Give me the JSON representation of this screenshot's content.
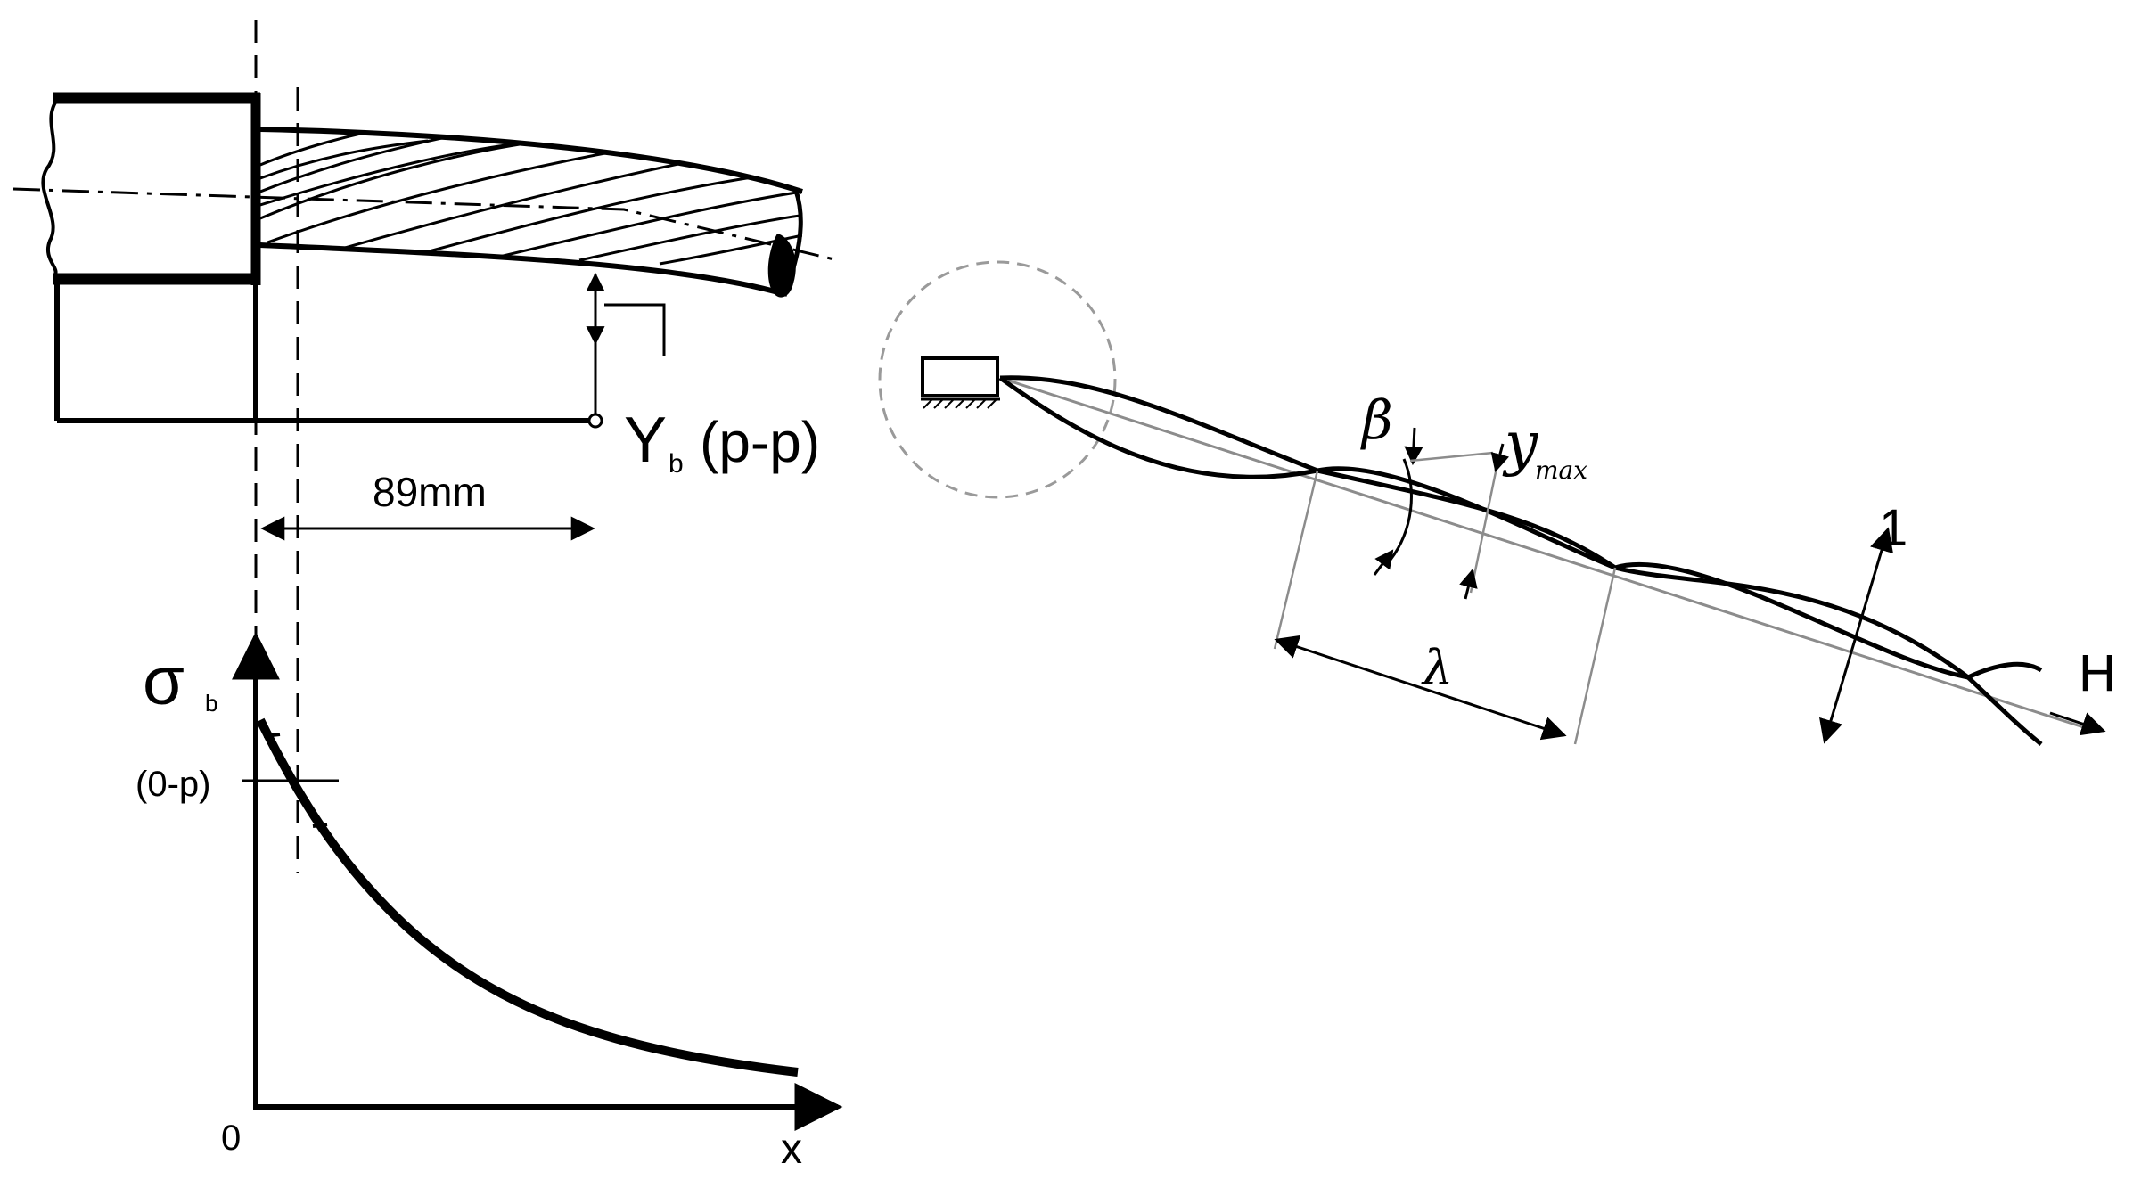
{
  "colors": {
    "ink": "#000000",
    "guide": "#8c8c8c",
    "dashed_circle": "#9a9a9a",
    "background": "#ffffff"
  },
  "left_diagram": {
    "deflection_label": "Y",
    "deflection_subscript": "b",
    "deflection_suffix": "(p-p)",
    "distance_label": "89mm"
  },
  "graph": {
    "y_axis_label": "σ",
    "y_axis_subscript": "b",
    "y_marker_label": "(0-p)",
    "origin_label": "0",
    "x_axis_label": "x"
  },
  "right_diagram": {
    "beta_label": "β",
    "ymax_label": "y",
    "ymax_subscript": "max",
    "lambda_label": "λ",
    "one_label": "1",
    "h_label": "H"
  },
  "icons": [
    "clamp-icon",
    "weld-drop-icon",
    "arrowhead-icon",
    "ground-hatch-icon"
  ]
}
